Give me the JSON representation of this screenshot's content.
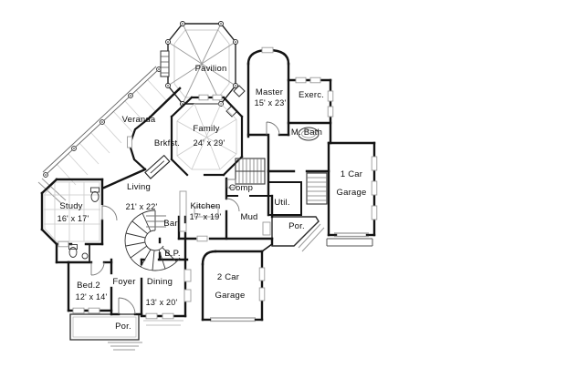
{
  "drawing": {
    "background": "#ffffff",
    "wall_color": "#141414",
    "porch_line_color": "#2a2a2a",
    "detail_color": "#8a8a8a",
    "pattern_color": "#c9c9c9"
  },
  "rooms": {
    "pavilion": {
      "name": "Pavilion"
    },
    "veranda": {
      "name": "Veranda"
    },
    "master": {
      "name": "Master",
      "dims": "15' x 23'"
    },
    "exercise": {
      "name": "Exerc."
    },
    "master_bath": {
      "name": "M. Bath"
    },
    "family": {
      "name": "Family",
      "dims": "24' x 29'"
    },
    "breakfast": {
      "name": "Brkfst."
    },
    "garage_1car": {
      "line1": "1 Car",
      "line2": "Garage"
    },
    "living": {
      "name": "Living",
      "dims": "21' x 22'"
    },
    "study": {
      "name": "Study",
      "dims": "16' x 17'"
    },
    "kitchen": {
      "name": "Kitchen",
      "dims": "17' x 19'"
    },
    "computer": {
      "name": "Comp"
    },
    "mud": {
      "name": "Mud"
    },
    "utility": {
      "name": "Util."
    },
    "porch_right": {
      "name": "Por."
    },
    "bar": {
      "name": "Bar"
    },
    "butlers_pantry": {
      "name": "B.P."
    },
    "foyer": {
      "name": "Foyer"
    },
    "dining": {
      "name": "Dining",
      "dims": "13' x 20'"
    },
    "bed2": {
      "name": "Bed.2",
      "dims": "12' x 14'"
    },
    "porch_left": {
      "name": "Por."
    },
    "garage_2car": {
      "line1": "2 Car",
      "line2": "Garage"
    }
  }
}
